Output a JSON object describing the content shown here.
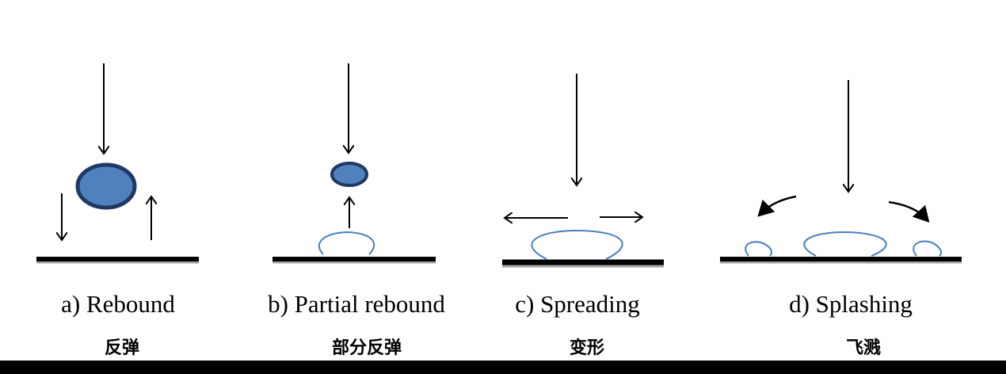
{
  "panels": [
    {
      "id": "a",
      "label_en": "a) Rebound",
      "label_zh": "反弹"
    },
    {
      "id": "b",
      "label_en": "b) Partial rebound",
      "label_zh": "部分反弹"
    },
    {
      "id": "c",
      "label_en": "c) Spreading",
      "label_zh": "变形"
    },
    {
      "id": "d",
      "label_en": "d) Splashing",
      "label_zh": "飞溅"
    }
  ],
  "colors": {
    "droplet_fill": "#4f81bd",
    "droplet_outline": "#1f3864",
    "film_outline": "#4a7fc1",
    "surface": "#000000",
    "surface_shadow": "#a6a6a6",
    "arrow": "#000000"
  }
}
